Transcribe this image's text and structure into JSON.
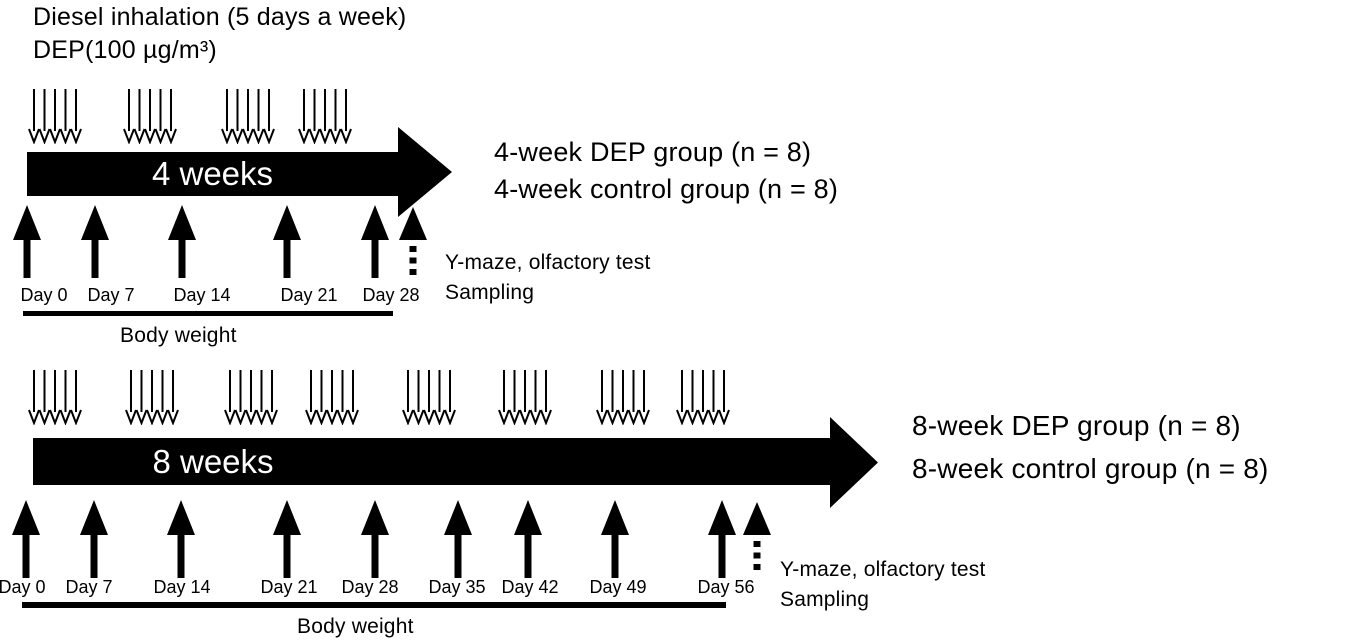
{
  "figure": {
    "title_line1": "Diesel inhalation (5 days a week)",
    "title_line2": "DEP(100 µg/m³)"
  },
  "colors": {
    "ink": "#000000",
    "background": "#ffffff",
    "duration_text": "#ffffff"
  },
  "timelines": [
    {
      "name": "4-week timeline",
      "duration_label": "4 weeks",
      "exposure_cluster_count": 4,
      "arrows_per_cluster": 5,
      "day_labels": [
        "Day 0",
        "Day 7",
        "Day 14",
        "Day 21",
        "Day 28"
      ],
      "body_weight_label": "Body weight",
      "test_line1": "Y-maze, olfactory test",
      "test_line2": "Sampling",
      "group_line1": "4-week DEP group (n = 8)",
      "group_line2": "4-week control group (n = 8)"
    },
    {
      "name": "8-week timeline",
      "duration_label": "8 weeks",
      "exposure_cluster_count": 8,
      "arrows_per_cluster": 5,
      "day_labels": [
        "Day 0",
        "Day 7",
        "Day 14",
        "Day 21",
        "Day 28",
        "Day 35",
        "Day 42",
        "Day 49",
        "Day 56"
      ],
      "body_weight_label": "Body weight",
      "test_line1": "Y-maze, olfactory test",
      "test_line2": "Sampling",
      "group_line1": "8-week DEP group (n = 8)",
      "group_line2": "8-week control group (n = 8)"
    }
  ]
}
